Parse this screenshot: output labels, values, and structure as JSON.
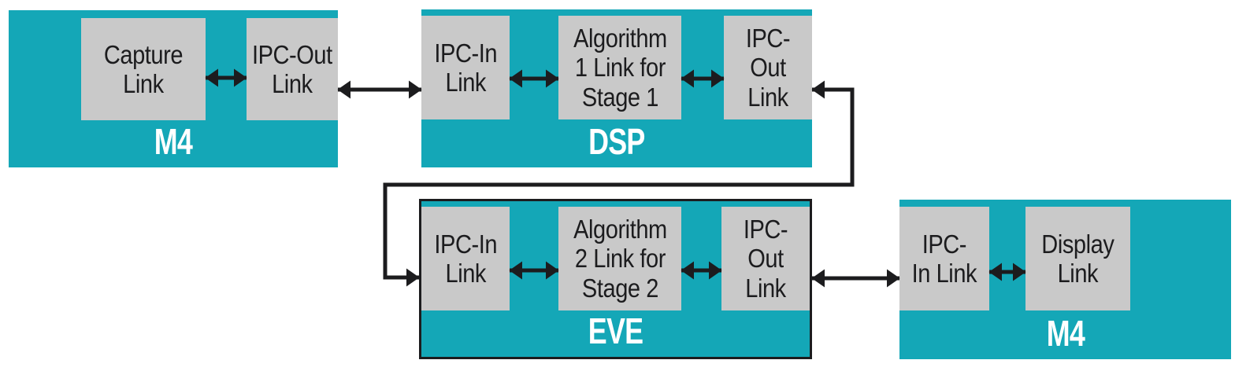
{
  "diagram": {
    "colors": {
      "teal": "#14a7b7",
      "box_gray": "#c9c9c9",
      "ink": "#1c1c1e",
      "label_text": "#ffffff"
    },
    "processors": [
      {
        "label": "M4",
        "links": [
          {
            "text": "Capture\nLink"
          },
          {
            "text": "IPC-Out\nLink"
          }
        ]
      },
      {
        "label": "DSP",
        "links": [
          {
            "text": "IPC-In\nLink"
          },
          {
            "text": "Algorithm\n1 Link for\nStage 1"
          },
          {
            "text": "IPC-Out\nLink"
          }
        ]
      },
      {
        "label": "EVE",
        "links": [
          {
            "text": "IPC-In\nLink"
          },
          {
            "text": "Algorithm\n2 Link for\nStage 2"
          },
          {
            "text": "IPC-Out\nLink"
          }
        ]
      },
      {
        "label": "M4",
        "links": [
          {
            "text": "IPC-\nIn Link"
          },
          {
            "text": "Display\nLink"
          }
        ]
      }
    ],
    "connections": [
      {
        "from": "M4.Capture Link",
        "to": "M4.IPC-Out Link",
        "type": "bidirectional"
      },
      {
        "from": "M4.IPC-Out Link",
        "to": "DSP.IPC-In Link",
        "type": "bidirectional"
      },
      {
        "from": "DSP.IPC-In Link",
        "to": "DSP.Algorithm 1 Link for Stage 1",
        "type": "bidirectional"
      },
      {
        "from": "DSP.Algorithm 1 Link for Stage 1",
        "to": "DSP.IPC-Out Link",
        "type": "bidirectional"
      },
      {
        "from": "DSP.IPC-Out Link",
        "to": "EVE.IPC-In Link",
        "type": "bidirectional-routed"
      },
      {
        "from": "EVE.IPC-In Link",
        "to": "EVE.Algorithm 2 Link for Stage 2",
        "type": "bidirectional"
      },
      {
        "from": "EVE.Algorithm 2 Link for Stage 2",
        "to": "EVE.IPC-Out Link",
        "type": "bidirectional"
      },
      {
        "from": "EVE.IPC-Out Link",
        "to": "M4.IPC-In Link",
        "type": "bidirectional"
      },
      {
        "from": "M4.IPC-In Link",
        "to": "M4.Display Link",
        "type": "bidirectional"
      }
    ]
  }
}
